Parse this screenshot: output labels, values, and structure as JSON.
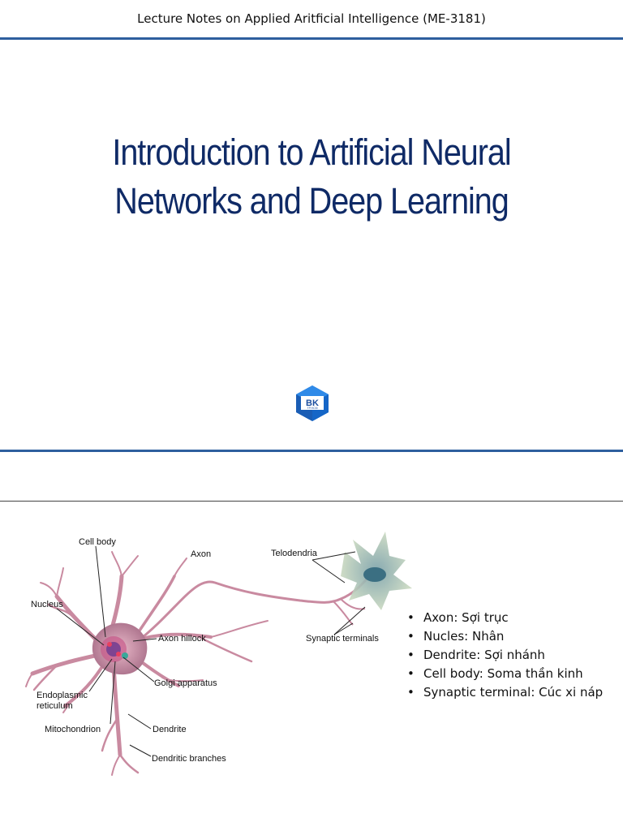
{
  "header": {
    "text": "Lecture Notes on Applied Aritficial Intelligence (ME-3181)"
  },
  "slide1": {
    "title_line1": "Introduction to Artificial Neural",
    "title_line2": "Networks and Deep Learning",
    "logo_text": "BK",
    "logo_subtext": "TP.HCM"
  },
  "slide2": {
    "diagram_labels": {
      "cell_body": "Cell body",
      "axon": "Axon",
      "telodendria": "Telodendria",
      "nucleus": "Nucleus",
      "axon_hillock": "Axon hillock",
      "synaptic_terminals": "Synaptic terminals",
      "golgi": "Golgi apparatus",
      "endoplasmic_1": "Endoplasmic",
      "endoplasmic_2": "reticulum",
      "mitochondrion": "Mitochondrion",
      "dendrite": "Dendrite",
      "dendritic_branches": "Dendritic branches"
    },
    "bullets": [
      "Axon: Sợi trục",
      "Nucles: Nhân",
      "Dendrite: Sợi nhánh",
      "Cell body: Soma thần kinh",
      "Synaptic terminal: Cúc xi náp"
    ]
  },
  "colors": {
    "accent_blue": "#2e5f9e",
    "title_navy": "#0f2a66",
    "neuron_pink": "#c98aa0"
  }
}
